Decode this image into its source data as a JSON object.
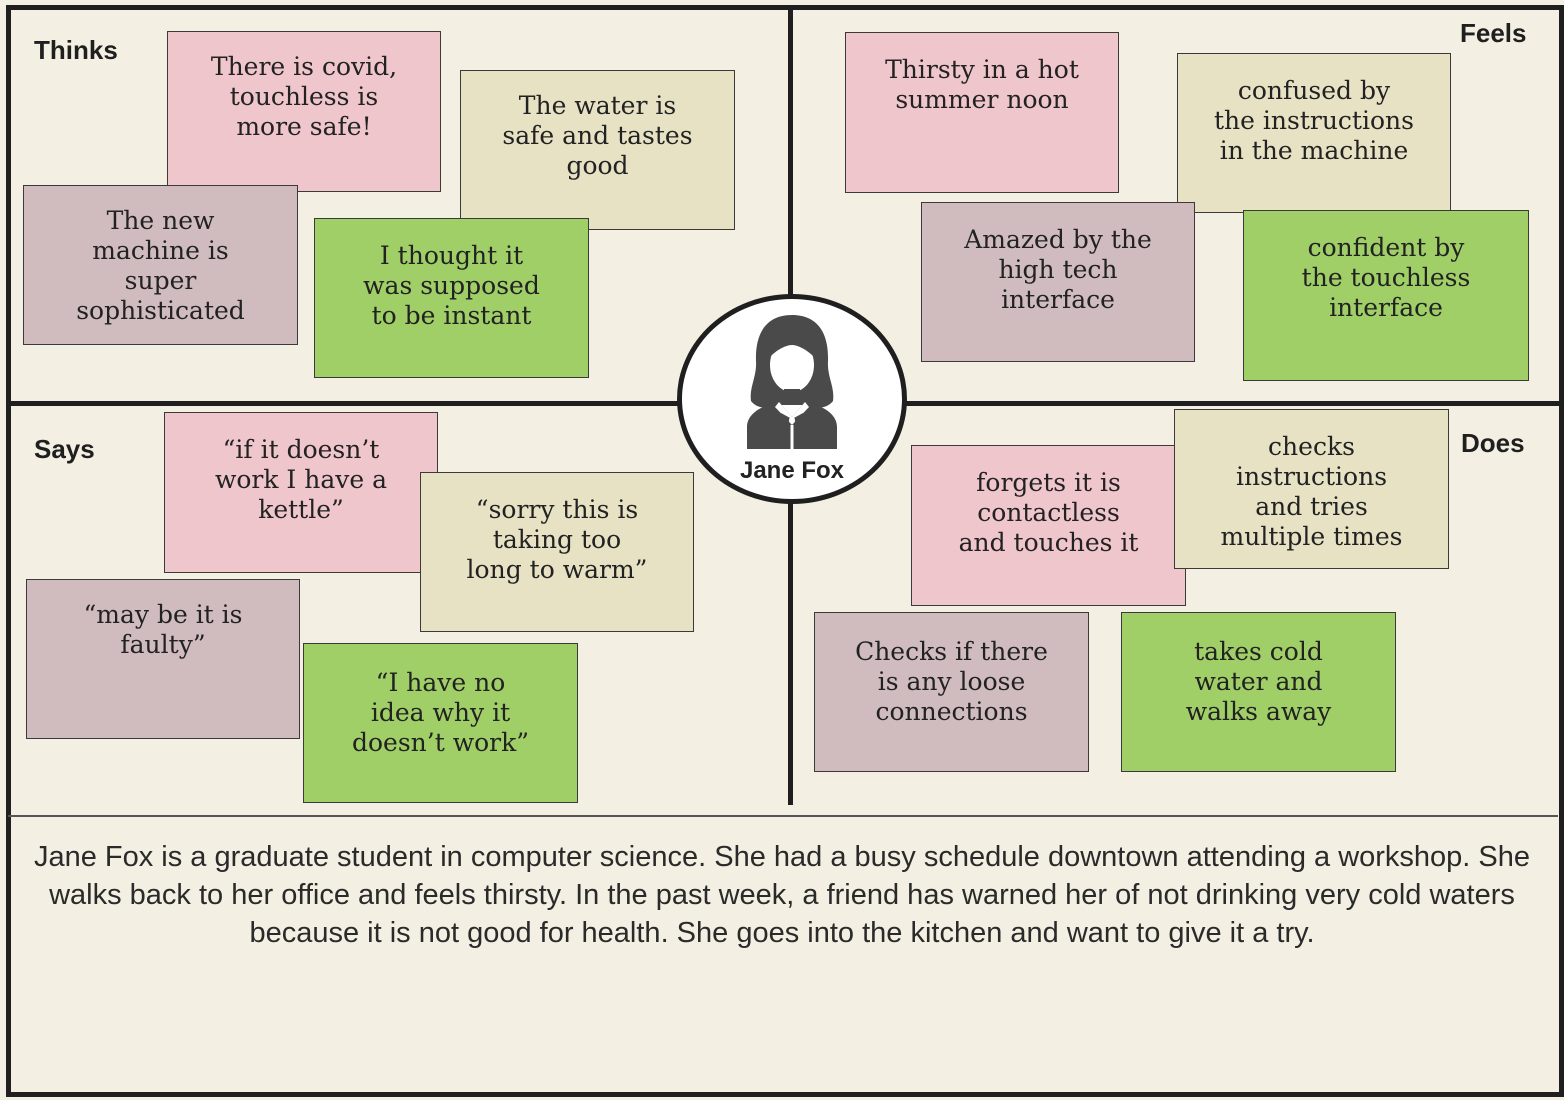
{
  "quadrants": {
    "thinks": "Thinks",
    "feels": "Feels",
    "says": "Says",
    "does": "Does"
  },
  "persona": {
    "name": "Jane Fox",
    "icon": "woman-user-icon"
  },
  "notes": {
    "thinks": [
      {
        "text": "There is covid,\ntouchless is\nmore safe!",
        "color": "#f0c6cd"
      },
      {
        "text": "The water is\nsafe and tastes\ngood",
        "color": "#e7e2c4"
      },
      {
        "text": "The new\nmachine is\nsuper\nsophisticated",
        "color": "#d0bcbf"
      },
      {
        "text": "I thought it\nwas supposed\nto be instant",
        "color": "#a0cf67"
      }
    ],
    "feels": [
      {
        "text": "Thirsty in a hot\nsummer noon",
        "color": "#f0c6cd"
      },
      {
        "text": "confused by\nthe instructions\nin the machine",
        "color": "#e7e2c4"
      },
      {
        "text": "Amazed by the\nhigh tech\ninterface",
        "color": "#d0bcbf"
      },
      {
        "text": "confident by\nthe touchless\ninterface",
        "color": "#a0cf67"
      }
    ],
    "says": [
      {
        "text": "“if it doesn’t\nwork I have a\nkettle”",
        "color": "#f0c6cd"
      },
      {
        "text": "“sorry this is\ntaking too\nlong to warm”",
        "color": "#e7e2c4"
      },
      {
        "text": "“may be it is\nfaulty”",
        "color": "#d0bcbf"
      },
      {
        "text": "“I have no\nidea why it\ndoesn’t work”",
        "color": "#a0cf67"
      }
    ],
    "does": [
      {
        "text": "forgets it is\ncontactless\nand touches it",
        "color": "#f0c6cd"
      },
      {
        "text": "checks\ninstructions\nand tries\nmultiple times",
        "color": "#e7e2c4"
      },
      {
        "text": "Checks if there\nis any loose\nconnections",
        "color": "#d0bcbf"
      },
      {
        "text": "takes cold\nwater and\nwalks away",
        "color": "#a0cf67"
      }
    ]
  },
  "scenario": "Jane Fox is a graduate student in computer science. She had a busy schedule  downtown attending a workshop. She walks back to her office and feels thirsty. In the past week, a friend has warned her of not drinking very cold waters because it is not good for health. She goes into the kitchen and  want to give it a try."
}
